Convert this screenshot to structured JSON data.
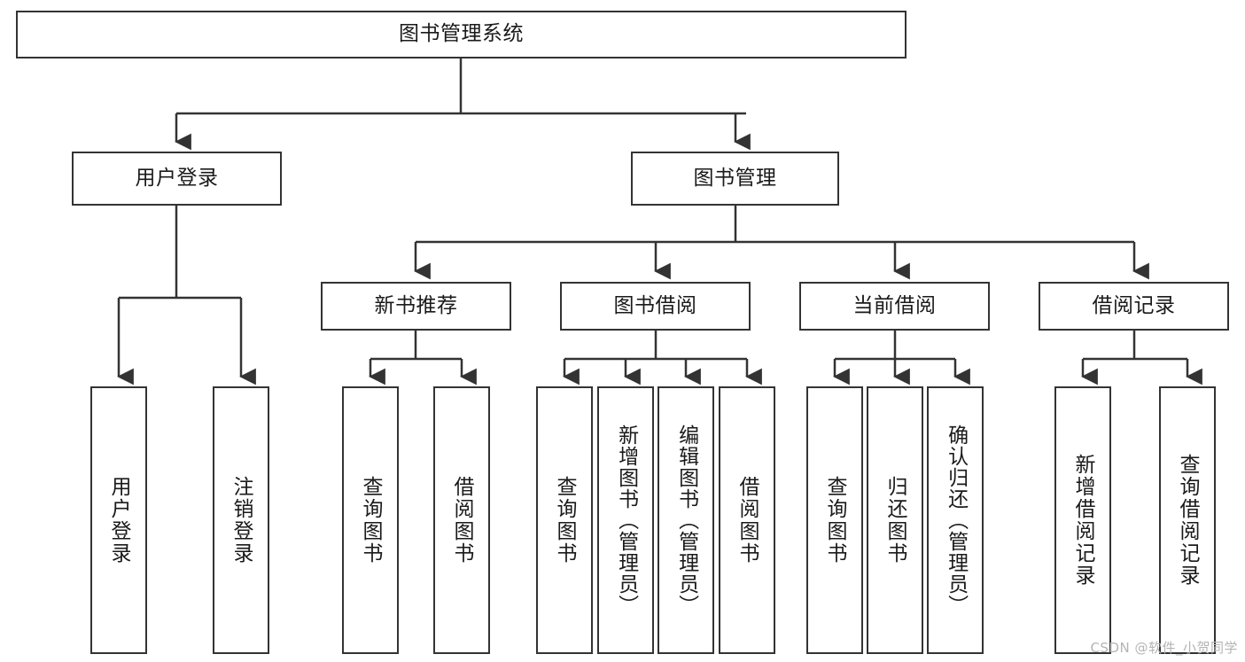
{
  "diagram": {
    "title": "图书管理系统",
    "type": "hierarchy-tree",
    "watermark": "CSDN @软件_小贺同学",
    "colors": {
      "border": "#333333",
      "background": "#ffffff",
      "text": "#1a1a1a",
      "watermark": "#b4b4b4"
    },
    "nodes": {
      "root": "图书管理系统",
      "level2": {
        "user_login": "用户登录",
        "book_manage": "图书管理"
      },
      "level3": {
        "new_book_recommend": "新书推荐",
        "book_borrow": "图书借阅",
        "current_borrow": "当前借阅",
        "borrow_record": "借阅记录"
      },
      "leaves": {
        "user_login_children": [
          "用户登录",
          "注销登录"
        ],
        "new_book_recommend_children": [
          "查询图书",
          "借阅图书"
        ],
        "book_borrow_children": [
          "查询图书",
          "新增图书（管理员）",
          "编辑图书（管理员）",
          "借阅图书"
        ],
        "current_borrow_children": [
          "查询图书",
          "归还图书",
          "确认归还（管理员）"
        ],
        "borrow_record_children": [
          "新增借阅记录",
          "查询借阅记录"
        ]
      }
    }
  }
}
